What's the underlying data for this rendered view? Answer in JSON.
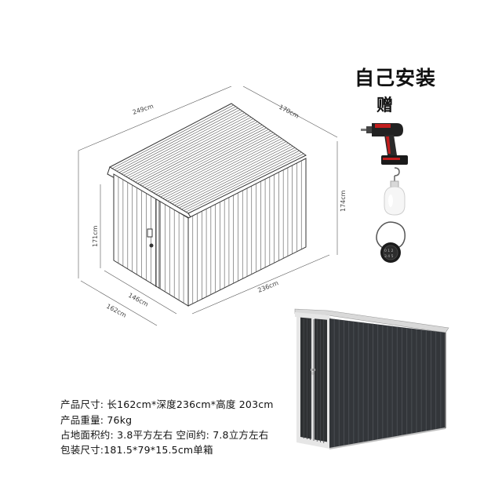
{
  "promo": {
    "headline": "自己安装",
    "gift_label": "赠"
  },
  "gifts": [
    {
      "icon": "cordless-drill-icon"
    },
    {
      "icon": "hanging-bulb-lamp-icon"
    },
    {
      "icon": "combination-cable-lock-icon"
    }
  ],
  "dimensions": {
    "width_top": "249cm",
    "depth_top": "170cm",
    "height_left": "203cm",
    "height_right": "174cm",
    "door_height": "171cm",
    "door_width": "146cm",
    "base_width": "162cm",
    "base_length": "236cm"
  },
  "specs": {
    "size": "产品尺寸: 长162cm*深度236cm*高度 203cm",
    "weight": "产品重量: 76kg",
    "area": "占地面积约: 3.8平方左右 空间约: 7.8立方左右",
    "package": "包装尺寸:181.5*79*15.5cm单箱"
  },
  "colors": {
    "shed_body": "#2f3133",
    "shed_trim": "#e6e6e6",
    "line_art": "#333333"
  }
}
